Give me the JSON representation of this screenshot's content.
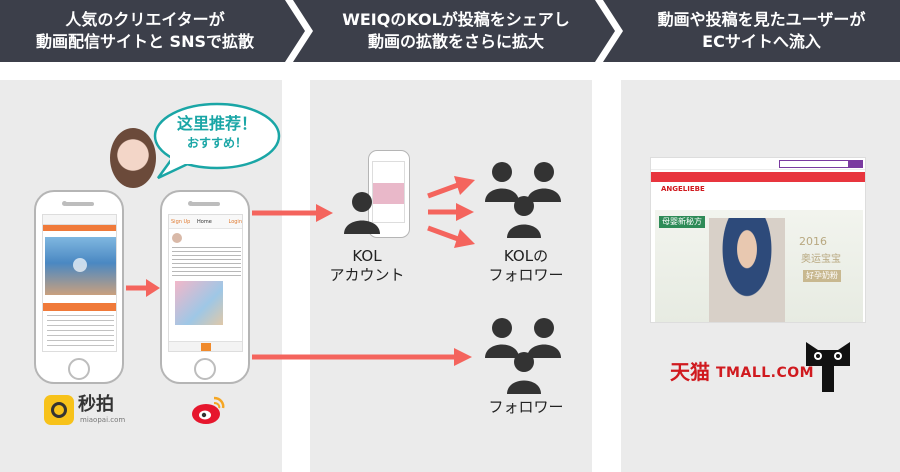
{
  "header": {
    "step1_line1": "人気のクリエイターが",
    "step1_line2": "動画配信サイトと SNSで拡散",
    "step2_line1": "WEIQのKOLが投稿をシェアし",
    "step2_line2": "動画の拡散をさらに拡大",
    "step3_line1": "動画や投稿を見たユーザーが",
    "step3_line2": "ECサイトへ流入"
  },
  "bubble": {
    "line1": "这里推荐！",
    "line2": "おすすめ！"
  },
  "miaopai": {
    "brand": "秒拍",
    "url": "miaopai.com"
  },
  "weibo_screen": {
    "left": "Sign Up",
    "center": "Home",
    "right": "Login"
  },
  "kol": {
    "line1": "KOL",
    "line2": "アカウント"
  },
  "kol_followers": {
    "line1": "KOLの",
    "line2": "フォロワー"
  },
  "followers": {
    "label": "フォロワー"
  },
  "tmall": {
    "cn": "天猫",
    "en": "TMALL.COM"
  },
  "ec_site": {
    "brand": "ANGELIEBE",
    "tag": "母婴新秘方",
    "sale": "2016",
    "sale2": "奥运宝宝",
    "sale3": "好孕奶粉"
  },
  "colors": {
    "header": "#3c3f4a",
    "arrow": "#f4645d",
    "panel": "#ebebeb",
    "teal": "#1aa6a6",
    "tmall_red": "#d01a1f"
  }
}
